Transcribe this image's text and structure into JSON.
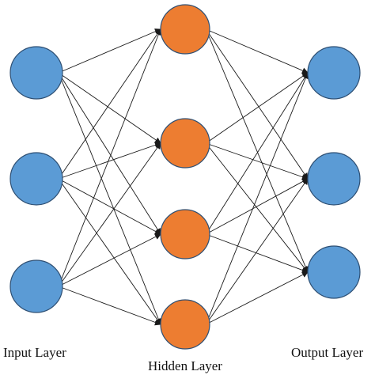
{
  "colors": {
    "input_node": "#5b9bd5",
    "hidden_node": "#ed7d31",
    "output_node": "#5b9bd5",
    "edge": "#1a1a1a",
    "node_outline": "#2e4f73"
  },
  "layers": [
    {
      "label": "Input Layer",
      "node_count": 3,
      "color_key": "input_node"
    },
    {
      "label": "Hidden Layer",
      "node_count": 4,
      "color_key": "hidden_node"
    },
    {
      "label": "Output Layer",
      "node_count": 3,
      "color_key": "output_node"
    }
  ],
  "connectivity": "fully-connected",
  "edge_style": "arrow"
}
